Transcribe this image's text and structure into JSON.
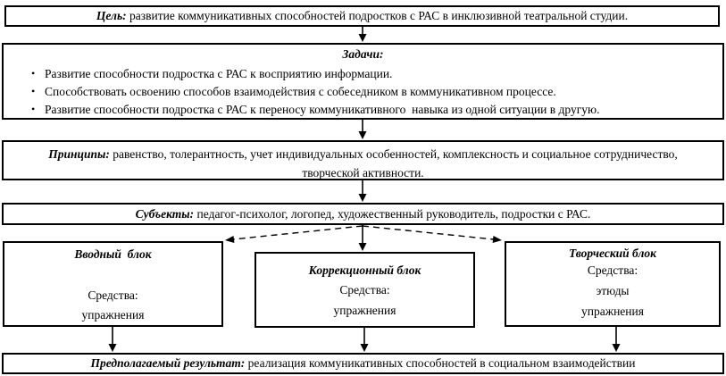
{
  "diagram": {
    "goal": {
      "label": "Цель:",
      "text": "развитие коммуникативных способностей подростков с РАС в инклюзивной театральной студии."
    },
    "tasks": {
      "title": "Задачи:",
      "bullet_char": "•",
      "items": [
        "Развитие способности подростка с РАС к восприятию информации.",
        "Способствовать освоению способов взаимодействия с собеседником в коммуникативном процессе.",
        "Развитие способности подростка с РАС к переносу коммуникативного  навыка из одной ситуации в другую."
      ]
    },
    "principles": {
      "label": "Принципы:",
      "text": "равенство, толерантность, учет индивидуальных особенностей, комплексность и социальное сотрудничество, творческой активности."
    },
    "subjects": {
      "label": "Субъекты:",
      "text": "педагог-психолог, логопед, художественный руководитель, подростки с РАС."
    },
    "blocks": {
      "intro": {
        "title": "Вводный  блок",
        "line1": "Средства:",
        "line2": "упражнения"
      },
      "correction": {
        "title": "Коррекционный блок",
        "line1": "Средства:",
        "line2": "упражнения"
      },
      "creative": {
        "title": "Творческий блок",
        "line1": "Средства:",
        "line2": "этюды",
        "line3": "упражнения"
      }
    },
    "result": {
      "label": "Предполагаемый результат:",
      "text": "реализация коммуникативных способностей в социальном взаимодействии"
    },
    "colors": {
      "line": "#000000",
      "background": "#ffffff"
    }
  }
}
